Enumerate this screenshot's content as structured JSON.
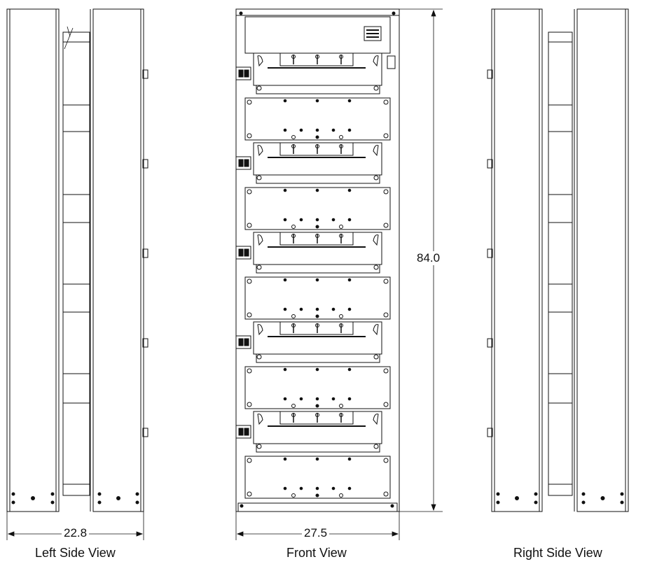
{
  "views": {
    "left": {
      "caption": "Left Side View",
      "width_label": "22.8"
    },
    "front": {
      "caption": "Front View",
      "width_label": "27.5",
      "height_label": "84.0"
    },
    "right": {
      "caption": "Right Side View"
    }
  },
  "front_modules": 5
}
